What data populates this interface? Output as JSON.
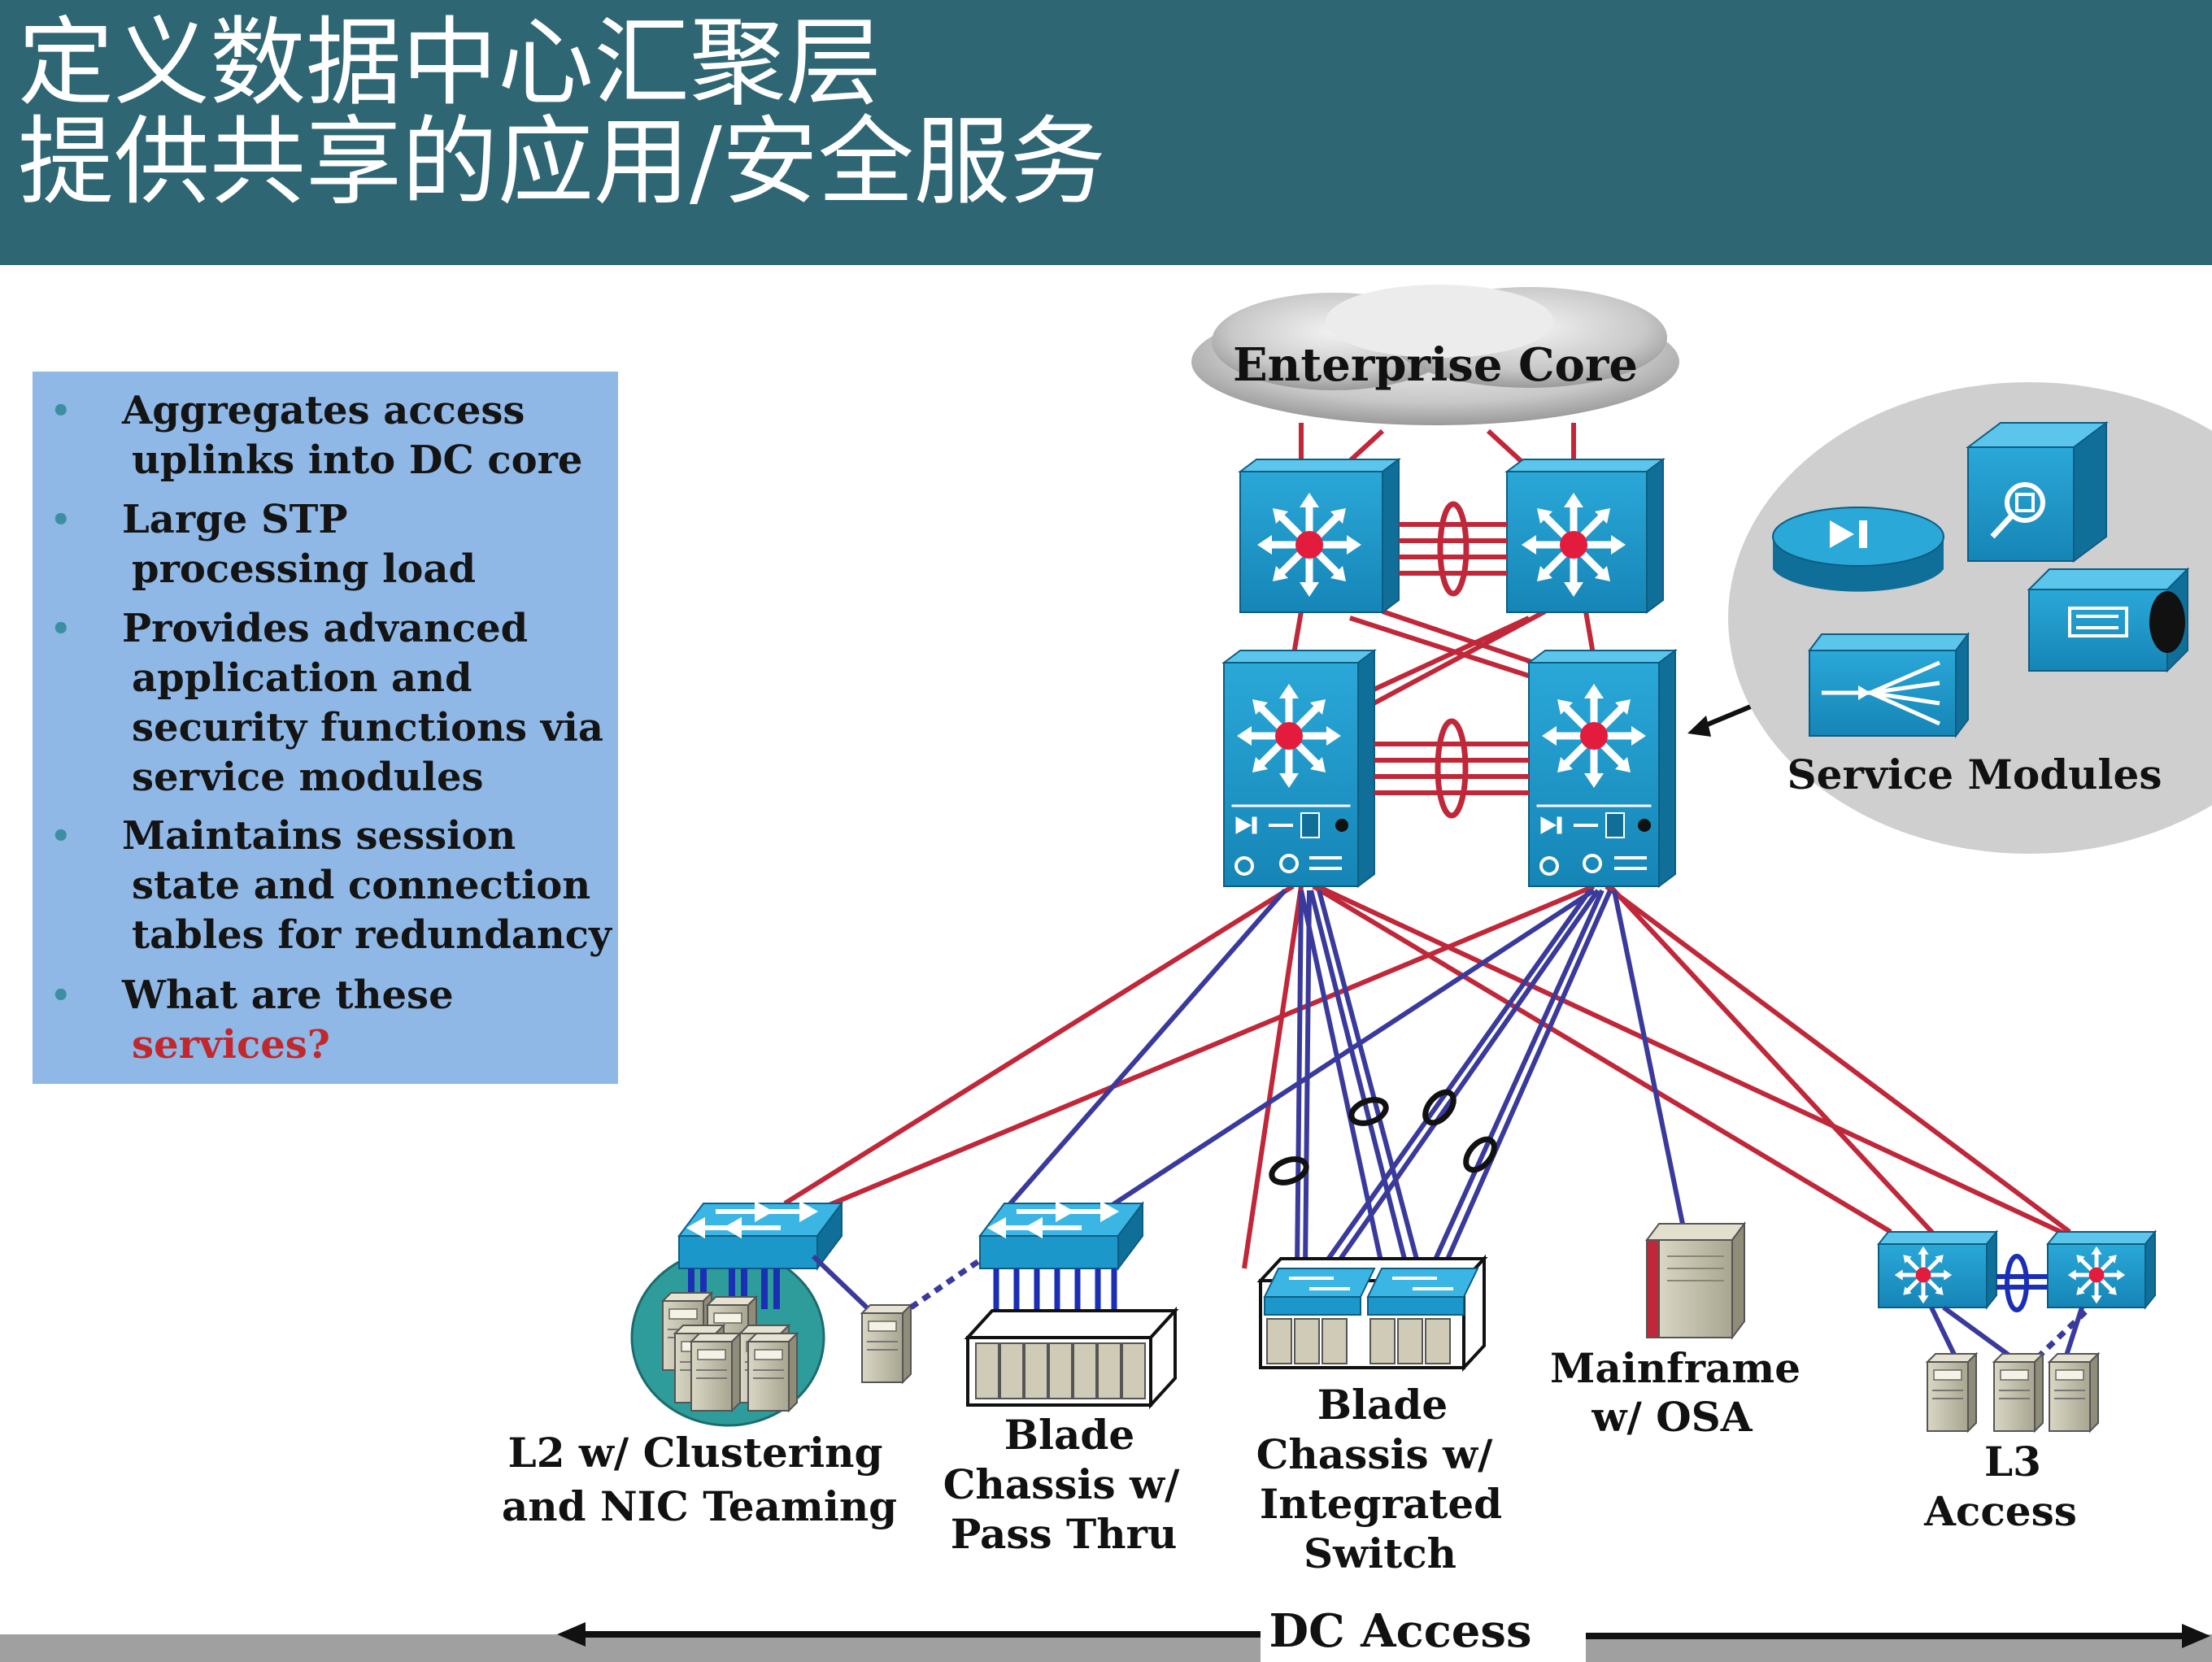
{
  "header": {
    "title_line1": "定义数据中心汇聚层",
    "title_line2": "提供共享的应用/安全服务"
  },
  "bullets": {
    "items": [
      {
        "line1": "Aggregates access",
        "line2": "uplinks into DC core"
      },
      {
        "line1": "Large STP",
        "line2": "processing load"
      },
      {
        "line1": "Provides advanced",
        "line2": "application and",
        "line3": "security functions via",
        "line4": "service modules"
      },
      {
        "line1": "Maintains session",
        "line2": "state and connection",
        "line3": "tables for redundancy"
      },
      {
        "line1": "What are these",
        "line2": "services?"
      }
    ]
  },
  "diagram": {
    "core_label": "Enterprise Core",
    "service_modules_label": "Service Modules",
    "access_groups": [
      {
        "line1": "L2 w/ Clustering",
        "line2": "and NIC Teaming"
      },
      {
        "line1": "Blade",
        "line2": "Chassis w/",
        "line3": "Pass Thru"
      },
      {
        "line1": "Blade",
        "line2": "Chassis w/",
        "line3": "Integrated",
        "line4": "Switch"
      },
      {
        "line1": "Mainframe",
        "line2": "w/ OSA"
      },
      {
        "line1": "L3",
        "line2": "Access"
      }
    ],
    "footer_label": "DC Access"
  },
  "colors": {
    "header_bg": "#2e6674",
    "bullet_panel_bg": "#8fb8e6",
    "device_blue": "#1b97c9",
    "link_red": "#c0283a",
    "link_blue": "#3a3a9c",
    "accent_red_text": "#c0282d"
  },
  "icons": [
    "multilayer-switch-icon",
    "layer2-switch-icon",
    "server-icon",
    "mainframe-icon",
    "cloud-icon",
    "firewall-module-icon",
    "ids-module-icon",
    "content-switch-module-icon",
    "ssl-module-icon"
  ]
}
